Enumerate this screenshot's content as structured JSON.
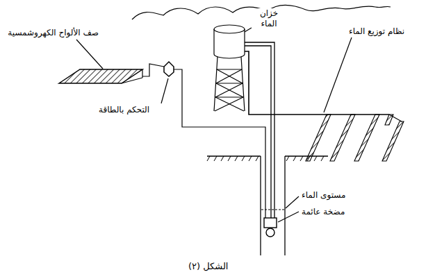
{
  "diagram": {
    "caption": "الشكل (٢)",
    "labels": [
      "صف الألواح الكهروشمسية",
      "خزان الماء",
      "نظام توزيع الماء",
      "التحكم بالطاقة",
      "مستوى الماء",
      "مضخة عائمة"
    ]
  }
}
